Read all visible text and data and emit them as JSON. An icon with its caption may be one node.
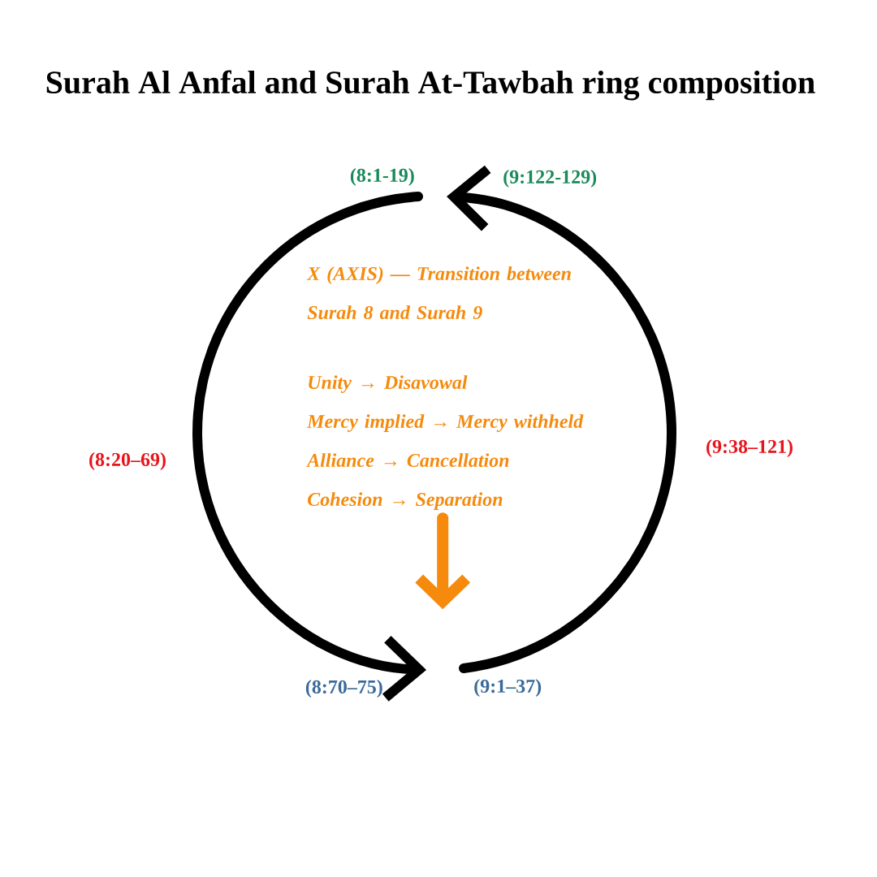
{
  "diagram": {
    "title": "Surah Al Anfal and Surah At-Tawbah ring composition",
    "nodes": [
      {
        "text": [
          "(8:1-19)"
        ]
      },
      {
        "text": [
          "(9:122-129)"
        ]
      },
      {
        "text": [
          "X (AXIS) — Transition between Surah 8 and Surah 9",
          "Unity → Disavowal",
          "Mercy implied → Mercy withheld",
          "Alliance → Cancellation",
          "Cohesion → Separation"
        ]
      },
      {
        "text": [
          "(8:70–75)"
        ]
      },
      {
        "text": [
          "(9:1–37)"
        ]
      }
    ],
    "edges": [
      {
        "from": 0,
        "to": 3,
        "arrow": "to"
      },
      {
        "from": 4,
        "to": 1,
        "arrow": "to"
      },
      {
        "from": 2,
        "to": null,
        "arrow": "to",
        "color": "#f58a0c"
      }
    ],
    "labels": [
      "(8:20–69)",
      "(9:38–121)"
    ]
  }
}
